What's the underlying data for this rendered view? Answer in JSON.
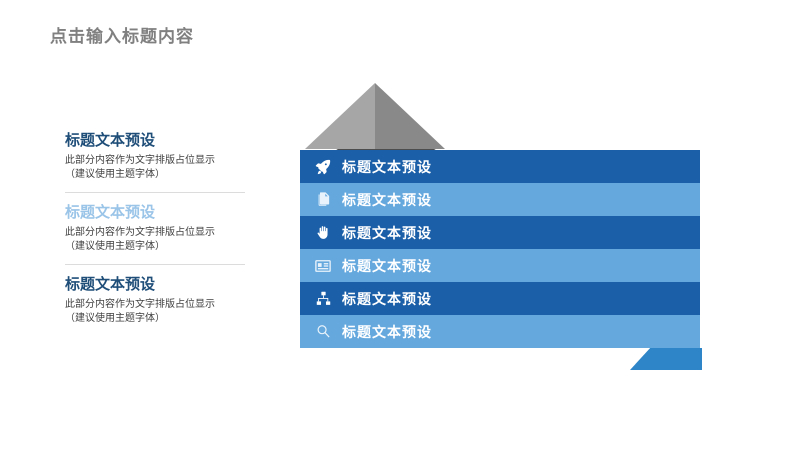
{
  "slide": {
    "title": "点击输入标题内容"
  },
  "left_column": {
    "blocks": [
      {
        "heading": "标题文本预设",
        "body_line1": "此部分内容作为文字排版占位显示",
        "body_line2": "（建议使用主题字体）",
        "heading_color": "#1f4e79"
      },
      {
        "heading": "标题文本预设",
        "body_line1": "此部分内容作为文字排版占位显示",
        "body_line2": "（建议使用主题字体）",
        "heading_color": "#9ac4e8"
      },
      {
        "heading": "标题文本预设",
        "body_line1": "此部分内容作为文字排版占位显示",
        "body_line2": "（建议使用主题字体）",
        "heading_color": "#1f4e79"
      }
    ]
  },
  "graphic": {
    "pyramid": {
      "light_face_color": "#a6a6a6",
      "dark_face_color": "#898989",
      "shadow_color": "#4d4d4d"
    },
    "bars": [
      {
        "icon": "rocket-icon",
        "label": "标题文本预设",
        "style": "dark",
        "color": "#1b5fa8"
      },
      {
        "icon": "copy-icon",
        "label": "标题文本预设",
        "style": "light",
        "color": "#64a8de"
      },
      {
        "icon": "hand-icon",
        "label": "标题文本预设",
        "style": "dark",
        "color": "#1b5fa8"
      },
      {
        "icon": "id-card-icon",
        "label": "标题文本预设",
        "style": "light",
        "color": "#64a8de"
      },
      {
        "icon": "sitemap-icon",
        "label": "标题文本预设",
        "style": "dark",
        "color": "#1b5fa8"
      },
      {
        "icon": "search-icon",
        "label": "标题文本预设",
        "style": "light",
        "color": "#64a8de"
      }
    ],
    "tail_color": "#2e86c8"
  }
}
